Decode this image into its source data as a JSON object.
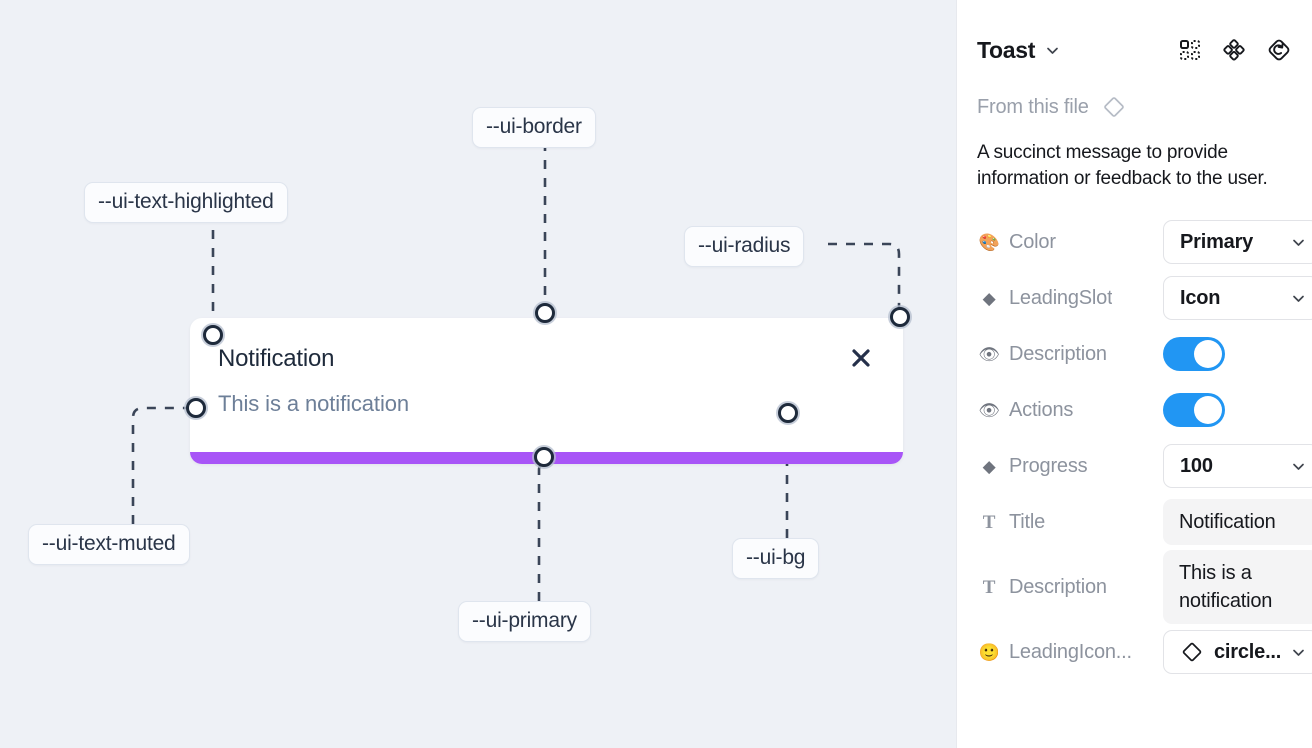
{
  "canvas": {
    "background_color": "#eef1f6",
    "toast": {
      "title": "Notification",
      "description": "This is a notification",
      "close_icon": "close-x-icon",
      "progress_color": "#a855f7",
      "background_color": "#ffffff"
    },
    "callouts": [
      {
        "label": "--ui-text-highlighted",
        "token": "ui-text-highlighted"
      },
      {
        "label": "--ui-border",
        "token": "ui-border"
      },
      {
        "label": "--ui-radius",
        "token": "ui-radius"
      },
      {
        "label": "--ui-text-muted",
        "token": "ui-text-muted"
      },
      {
        "label": "--ui-primary",
        "token": "ui-primary"
      },
      {
        "label": "--ui-bg",
        "token": "ui-bg"
      }
    ]
  },
  "panel": {
    "title": "Toast",
    "title_caret_icon": "chevron-down-icon",
    "header_icons": [
      {
        "name": "component-grid-icon"
      },
      {
        "name": "variants-diamond-cluster-icon"
      },
      {
        "name": "reset-diamond-icon"
      }
    ],
    "from_file": {
      "label": "From this file",
      "icon": "diamond-outline-icon"
    },
    "description": "A succinct message to provide information or feedback to the user.",
    "properties": [
      {
        "icon": "palette-icon",
        "glyph": "🎨",
        "label": "Color",
        "control": "select",
        "value": "Primary"
      },
      {
        "icon": "diamond-filled-icon",
        "glyph": "◆",
        "label": "LeadingSlot",
        "control": "select",
        "value": "Icon"
      },
      {
        "icon": "eye-icon",
        "glyph": "👁",
        "label": "Description",
        "control": "toggle",
        "value": "on"
      },
      {
        "icon": "eye-icon",
        "glyph": "👁",
        "label": "Actions",
        "control": "toggle",
        "value": "on"
      },
      {
        "icon": "diamond-filled-icon",
        "glyph": "◆",
        "label": "Progress",
        "control": "select",
        "value": "100"
      },
      {
        "icon": "text-type-icon",
        "glyph": "T",
        "label": "Title",
        "control": "text",
        "value": "Notification"
      },
      {
        "icon": "text-type-icon",
        "glyph": "T",
        "label": "Description",
        "control": "text",
        "value": "This is a notification"
      },
      {
        "icon": "emoji-icon",
        "glyph": "🙂",
        "label": "LeadingIcon...",
        "control": "icon-select",
        "value": "circle..."
      }
    ],
    "toggle_on_color": "#2196f3"
  }
}
